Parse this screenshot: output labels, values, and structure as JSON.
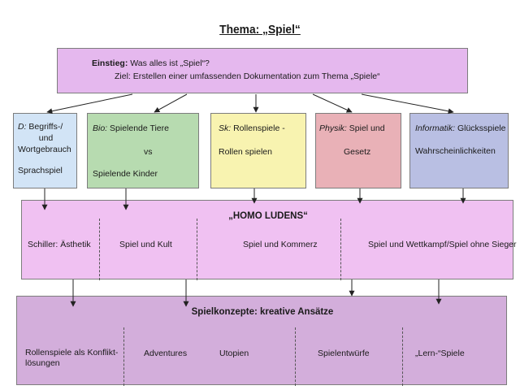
{
  "title": "Thema: „Spiel“",
  "einstieg": {
    "label": "Einstieg:",
    "question": " Was alles ist „Spiel“?",
    "goal": "Ziel: Erstellen einer umfassenden Dokumentation zum Thema „Spiele“"
  },
  "subjects": [
    {
      "abbr": "D:",
      "lines": [
        "Begriffs-/",
        "und",
        "Wortgebrauch",
        "Sprachspiel"
      ],
      "color": "#d2e4f6"
    },
    {
      "abbr": "Bio:",
      "lines": [
        "Spielende Tiere",
        "vs",
        "Spielende Kinder"
      ],
      "color": "#b7dbb0"
    },
    {
      "abbr": "Sk:",
      "lines": [
        "Rollenspiele -",
        "Rollen spielen"
      ],
      "color": "#f8f3b0"
    },
    {
      "abbr": "Physik:",
      "lines": [
        "Spiel und",
        "Gesetz"
      ],
      "color": "#e9b1b7"
    },
    {
      "abbr": "Informatik:",
      "lines": [
        "Glücksspiele",
        "Wahrscheinlichkeiten"
      ],
      "color": "#b9bfe3"
    }
  ],
  "homo_ludens": {
    "title": "„HOMO LUDENS“",
    "items": [
      "Schiller: Ästhetik",
      "Spiel und Kult",
      "Spiel und Kommerz",
      "Spiel und Wettkampf/Spiel ohne Sieger"
    ]
  },
  "spielkonzepte": {
    "title": "Spielkonzepte: kreative Ansätze",
    "items": [
      {
        "lines": [
          "Rollenspiele als Konflikt-",
          "lösungen"
        ]
      },
      {
        "lines": [
          "Adventures"
        ]
      },
      {
        "lines": [
          "Utopien"
        ]
      },
      {
        "lines": [
          "Spielentwürfe"
        ]
      },
      {
        "lines": [
          "„Lern-“Spiele"
        ]
      }
    ]
  },
  "colors": {
    "einstieg_box": "#e5b8ee",
    "homo_ludens_box": "#f0c1f2",
    "spielkonzepte_box": "#d3aedb"
  }
}
